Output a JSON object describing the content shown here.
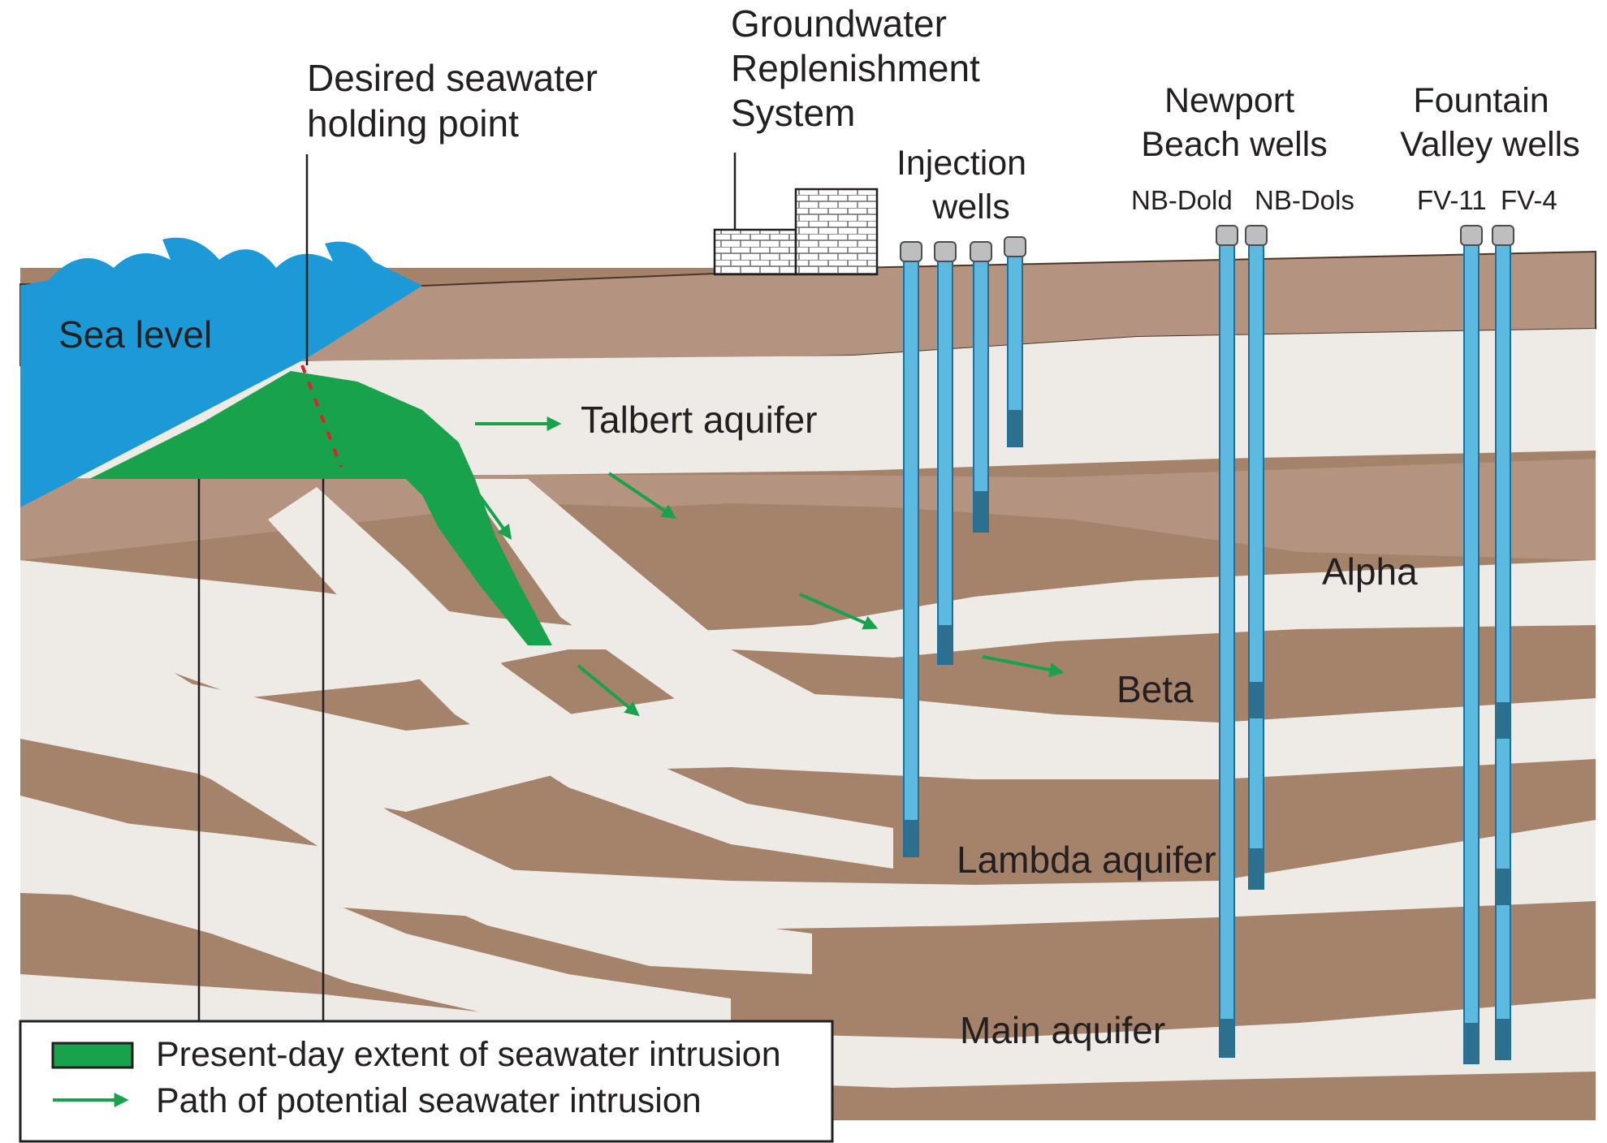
{
  "labels": {
    "sea_level": "Sea level",
    "holding_point": [
      "Desired seawater",
      "holding point"
    ],
    "replenishment": [
      "Groundwater",
      "Replenishment",
      "System"
    ],
    "injection": [
      "Injection",
      "wells"
    ],
    "newport": [
      "Newport",
      "Beach wells"
    ],
    "fountain": [
      "Fountain",
      "Valley wells"
    ],
    "well_nb_dold": "NB-Dold",
    "well_nb_dols": "NB-Dols",
    "well_fv11": "FV-11",
    "well_fv4": "FV-4",
    "talbert": "Talbert aquifer",
    "alpha": "Alpha",
    "beta": "Beta",
    "lambda": "Lambda aquifer",
    "main": "Main aquifer"
  },
  "legend": {
    "intrusion_extent": "Present-day extent of seawater intrusion",
    "intrusion_path": "Path of potential seawater intrusion"
  },
  "colors": {
    "clay": "#b49480",
    "clay_deep": "#a5826a",
    "aquifer": "#eeebe6",
    "sea": "#1c9ad7",
    "intrusion": "#17a24b",
    "well": "#5cb9e0",
    "arrow": "#17a24b"
  }
}
